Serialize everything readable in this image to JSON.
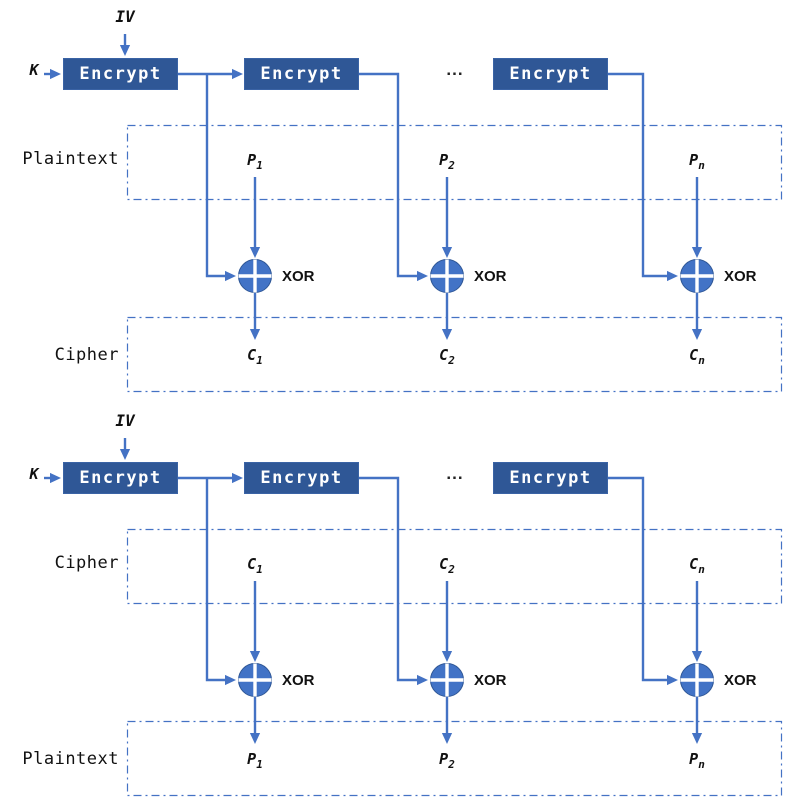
{
  "colors": {
    "wire_blue": "#4472C4",
    "encrypt_box_blue": "#2F5796",
    "xor_fill_blue": "#4273C6",
    "text_black": "#111111"
  },
  "encryption": {
    "iv_label": "IV",
    "key_label": "K",
    "box_labels": [
      "Encrypt",
      "Encrypt",
      "Encrypt"
    ],
    "ellipsis": "...",
    "xor_label": "XOR",
    "top_band": {
      "label": "Plaintext",
      "blocks": [
        {
          "base": "P",
          "sub": "1"
        },
        {
          "base": "P",
          "sub": "2"
        },
        {
          "base": "P",
          "sub": "n"
        }
      ]
    },
    "bottom_band": {
      "label": "Cipher",
      "blocks": [
        {
          "base": "C",
          "sub": "1"
        },
        {
          "base": "C",
          "sub": "2"
        },
        {
          "base": "C",
          "sub": "n"
        }
      ]
    }
  },
  "decryption": {
    "iv_label": "IV",
    "key_label": "K",
    "box_labels": [
      "Encrypt",
      "Encrypt",
      "Encrypt"
    ],
    "ellipsis": "...",
    "xor_label": "XOR",
    "top_band": {
      "label": "Cipher",
      "blocks": [
        {
          "base": "C",
          "sub": "1"
        },
        {
          "base": "C",
          "sub": "2"
        },
        {
          "base": "C",
          "sub": "n"
        }
      ]
    },
    "bottom_band": {
      "label": "Plaintext",
      "blocks": [
        {
          "base": "P",
          "sub": "1"
        },
        {
          "base": "P",
          "sub": "2"
        },
        {
          "base": "P",
          "sub": "n"
        }
      ]
    }
  }
}
